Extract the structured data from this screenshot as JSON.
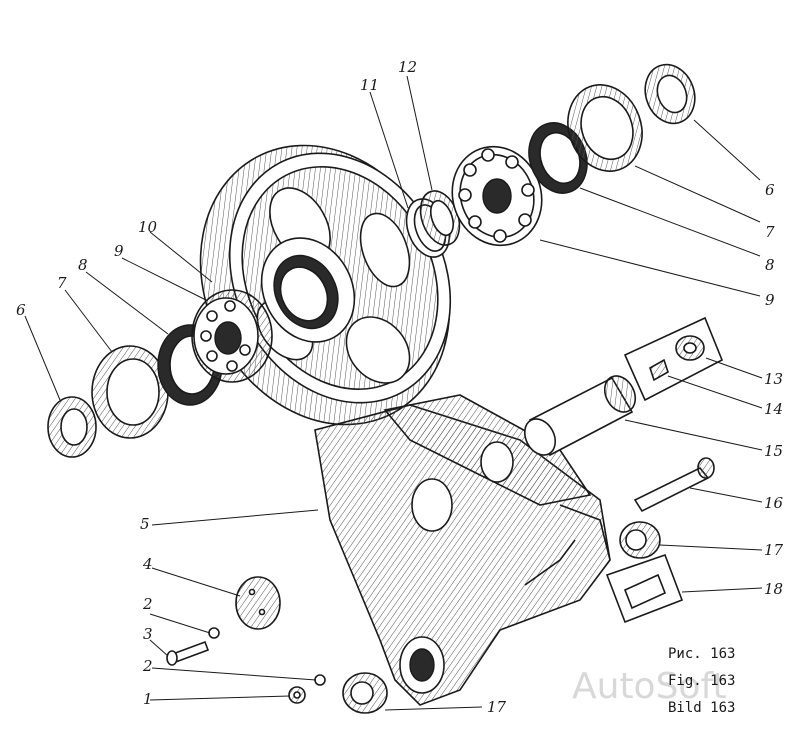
{
  "parts": [
    {
      "label": "1"
    },
    {
      "label": "2"
    },
    {
      "label": "3"
    },
    {
      "label": "2"
    },
    {
      "label": "4"
    },
    {
      "label": "5"
    },
    {
      "label": "6"
    },
    {
      "label": "7"
    },
    {
      "label": "8"
    },
    {
      "label": "9"
    },
    {
      "label": "10"
    },
    {
      "label": "11"
    },
    {
      "label": "12"
    },
    {
      "label": "6"
    },
    {
      "label": "7"
    },
    {
      "label": "8"
    },
    {
      "label": "9"
    },
    {
      "label": "13"
    },
    {
      "label": "14"
    },
    {
      "label": "15"
    },
    {
      "label": "16"
    },
    {
      "label": "17"
    },
    {
      "label": "18"
    },
    {
      "label": "17"
    }
  ],
  "caption": {
    "ru": "Рис. 163",
    "en": "Fig. 163",
    "de": "Bild 163"
  },
  "watermark": "AutoSoft"
}
